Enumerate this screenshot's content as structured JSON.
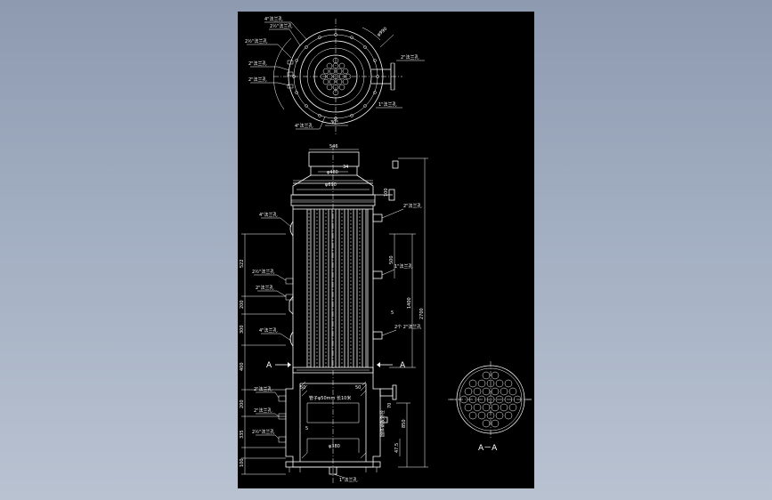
{
  "top_view": {
    "labels": {
      "nozzle_4_in": "4\"法兰孔",
      "nozzle_2_5_in": "2½\"法兰孔",
      "nozzle_2_in_left": "2\"法兰孔",
      "nozzle_2_in_left2": "2\"法兰孔",
      "nozzle_2_in_right": "2\"法兰孔",
      "nozzle_1_in": "1\"法兰孔",
      "nozzle_4_in_bottom": "4\"法兰孔",
      "angle_30": "30°",
      "dia_label": "φ990"
    }
  },
  "front_view": {
    "labels": {
      "top_width": "546",
      "top_gap": "34",
      "inner_width": "φ480",
      "shell_dia": "φ690",
      "nozzle_2_in_right_top": "2\"法兰孔",
      "left_4_in": "4\"法兰孔",
      "left_2_5_in": "2½\"法兰孔",
      "left_2_in": "2\"法兰孔",
      "left_4_in_lower": "4\"法兰孔",
      "right_1_in": "1\"法兰孔",
      "right_2_in_2x": "2个 2\"法兰孔",
      "left_2_in_bottom1": "2\"法兰孔",
      "left_2_in_bottom2": "2\"法兰孔",
      "left_2_5_in_bottom": "2½\"法兰孔",
      "bottom_1_in": "1\"法兰孔",
      "section_a_left": "A",
      "section_a_right": "A",
      "tube_spec": "管子φ50mm 长10米",
      "tube_note": "管子φ50mm 长10米",
      "dim_50_left": "50",
      "dim_50_right": "50",
      "dim_5_1": "5",
      "dim_5_2": "5",
      "base_dim": "φ380",
      "shell_spec": "圆体钢板外径"
    },
    "dims": {
      "d_522": "522",
      "d_200": "200",
      "d_300": "300",
      "d_400": "400",
      "d_200b": "200",
      "d_335": "335",
      "d_100": "100",
      "d_500": "500",
      "d_1400": "1400",
      "d_2700": "2700",
      "d_850": "850",
      "d_47_5": "47.5",
      "d_70": "70",
      "d_100r": "100"
    }
  },
  "section_view": {
    "title": "A－A"
  }
}
